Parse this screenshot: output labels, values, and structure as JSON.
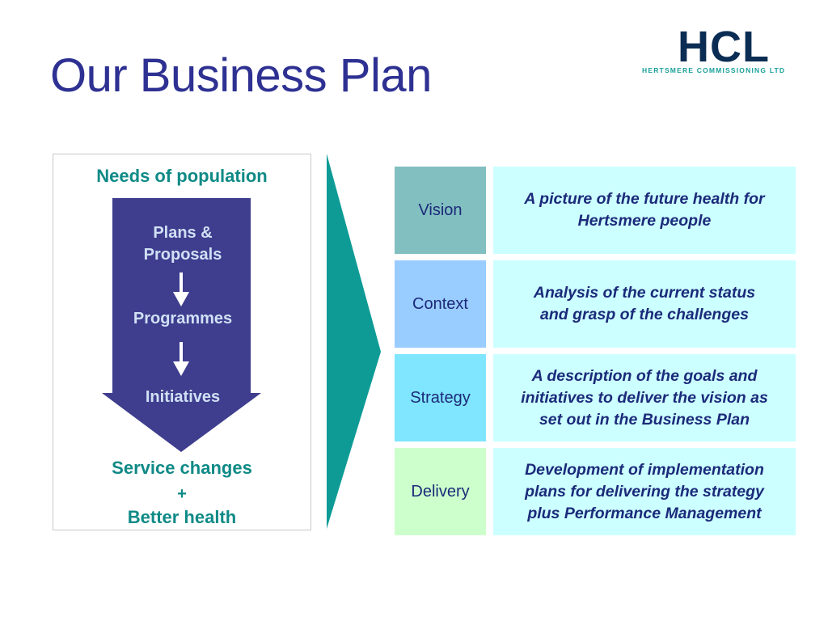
{
  "slide": {
    "title": "Our Business Plan"
  },
  "logo": {
    "mark": "HCL",
    "subtitle": "HERTSMERE COMMISSIONING LTD",
    "mark_color": "#0b2d54",
    "subtitle_color": "#1aa09a"
  },
  "left_panel": {
    "top_label": "Needs of population",
    "steps": [
      "Plans &",
      "Proposals",
      "Programmes",
      "Initiatives"
    ],
    "bottom_lines": [
      "Service changes",
      "+",
      "Better health"
    ],
    "arrow_color": "#3f3d8e",
    "accent_color": "#0f8a86"
  },
  "chevron_color": "#0e9b96",
  "rows": [
    {
      "label": "Vision",
      "label_bg": "#82bfc0",
      "description": [
        "A picture of the future health for",
        "Hertsmere people"
      ]
    },
    {
      "label": "Context",
      "label_bg": "#99ccff",
      "description": [
        "Analysis of the current status",
        "and grasp of the challenges"
      ]
    },
    {
      "label": "Strategy",
      "label_bg": "#80e5ff",
      "description": [
        "A description of the goals and",
        "initiatives to deliver the vision as",
        "set out in the Business Plan"
      ]
    },
    {
      "label": "Delivery",
      "label_bg": "#ccffcc",
      "description": [
        "Development of implementation",
        "plans for delivering the strategy",
        "plus Performance Management"
      ]
    }
  ],
  "description_bg": "#ccffff"
}
